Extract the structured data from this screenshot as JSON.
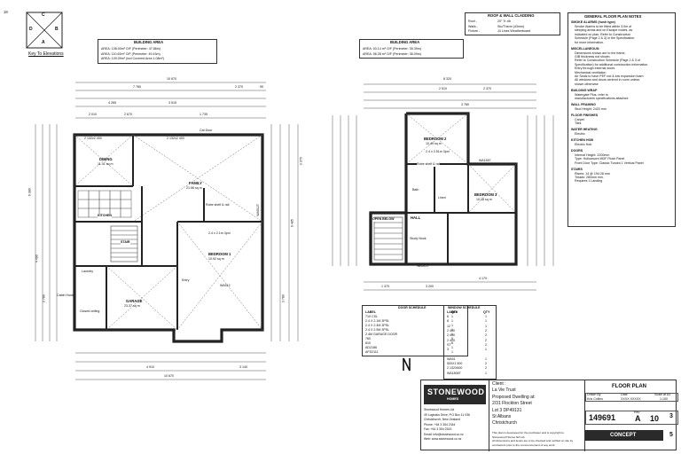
{
  "page_number": "18",
  "key": {
    "letters": {
      "a": "A",
      "b": "B",
      "c": "C",
      "d": "D"
    },
    "caption": "Key To Elevations"
  },
  "ground": {
    "area_title": "BUILDING AREA",
    "area_lines": [
      "AREA: 108.00m² O/F   (Perimeter: 47.86m)",
      "AREA: 110.62m² O/F   (Perimeter: 49.43m)",
      "AREA: 109.09m²        (incl Covered Area 1.08m²)"
    ],
    "dims_top": [
      "10 670",
      "7 780",
      "2 370",
      "90",
      "4 265",
      "3 515",
      "2 010",
      "2 670",
      "1 735"
    ],
    "dims_bottom": [
      "4 910",
      "3 140",
      "10 670"
    ],
    "dims_left": [
      "6 380",
      "4 490",
      "3 780"
    ],
    "dims_right": [
      "3 370",
      "9 485",
      "3 780"
    ],
    "rooms": [
      {
        "name": "DINING",
        "area": "11.41 sq m"
      },
      {
        "name": "FAMILY",
        "area": "21.56 sq m"
      },
      {
        "name": "KITCHEN",
        "area": ""
      },
      {
        "name": "STAIR",
        "area": ""
      },
      {
        "name": "BEDROOM 1",
        "area": "10.92 sq m"
      },
      {
        "name": "GARAGE",
        "area": "23.37 sq m"
      },
      {
        "name": "Laundry",
        "area": ""
      },
      {
        "name": "Entry",
        "area": ""
      },
      {
        "name": "Cat Door",
        "area": ""
      }
    ],
    "notes": [
      "2 132x2 400",
      "2 132x2 400",
      "2.4 x 2.1m 3pnl",
      "Robe shelf & rail",
      "Closed ceiling",
      "Cabin Hook",
      "WA512",
      "WA512T"
    ]
  },
  "upper": {
    "area_title": "BUILDING AREA",
    "area_lines": [
      "AREA: 53.14 m² O/F   (Perimeter: 35.39m)",
      "AREA: 56.28 m² O/F   (Perimeter: 36.09m)"
    ],
    "dims_top": [
      "8 320",
      "2 510",
      "2 370",
      "3 780"
    ],
    "dims_bottom": [
      "4 170",
      "3 200",
      "1 370"
    ],
    "rooms": [
      {
        "name": "BEDROOM 2",
        "area": "10.49 sq m"
      },
      {
        "name": "BEDROOM 3",
        "area": "10.18 sq m"
      },
      {
        "name": "Bath",
        "area": ""
      },
      {
        "name": "Linen",
        "area": ""
      },
      {
        "name": "OPEN BELOW",
        "area": ""
      },
      {
        "name": "Study Nook",
        "area": ""
      },
      {
        "name": "HALL",
        "area": ""
      }
    ],
    "notes": [
      "2.4 x 2.51m 3pnl",
      "Robe shelf & rail",
      "WA512T",
      "WA1557"
    ]
  },
  "cladding": {
    "title": "ROOF & WALL CLADDING",
    "rows": [
      [
        "Roof -",
        "20° Tr-rib"
      ],
      [
        "Walls -",
        "Stu/Therm (43mm)"
      ],
      [
        "Fixture -",
        "J4 Lines Weatherboard"
      ]
    ]
  },
  "general_notes": {
    "title": "GENERAL FLOOR PLAN NOTES",
    "sections": [
      {
        "head": "SMOKE ALARMS (hush type)",
        "lines": [
          "Smoke Alarms to be fitted within 3.0m of",
          "sleeping areas and on Escape routes, as",
          "indicated on plan. Refer to Construction",
          "Schedule (Page 2 & 3) in the Specification",
          "for more information."
        ]
      },
      {
        "head": "MISCELLANEOUS:",
        "lines": [
          "Dimensions shown are to the frame,",
          "GIB thickness not shown.",
          "Refer to Construction Schedule (Page 2 & 3 of",
          "Specification) for additional construction information.",
          "Entry through external doors",
          "Mechanical ventilation",
          "Air Seals to have PEF rod & low expansion foam",
          "All windows and doors centred in room unless",
          "shown otherwise"
        ]
      },
      {
        "head": "BUILDING WRAP",
        "lines": [
          "Watergate Plus, refer to",
          "manufacturers specifications attached"
        ]
      },
      {
        "head": "WALL FRAMING",
        "lines": [
          "Stud Height:      2420 mm"
        ]
      },
      {
        "head": "FLOOR FINISHES",
        "lines": [
          "Carpet",
          "Tiles"
        ]
      },
      {
        "head": "WATER HEATING",
        "lines": [
          "Electric"
        ]
      },
      {
        "head": "KITCHEN HOB",
        "lines": [
          "Electric Hob"
        ]
      },
      {
        "head": "DOORS",
        "lines": [
          "Internal Height:    2200mm",
          "Type:          Hollowcore MDF Flush Panel",
          "Front Door Type:   Classic Tundra 1 Vertical Panel"
        ]
      },
      {
        "head": "STAIRS",
        "lines": [
          "Risers: 14 @ 194.28 mm",
          "Treads: 280mm min.",
          "Requires 1 Landing"
        ]
      }
    ]
  },
  "door_schedule": {
    "title": "DOOR SCHEDULE",
    "headers": [
      "LABEL",
      "QTY"
    ],
    "rows": [
      [
        "710 CSL",
        "1"
      ],
      [
        "2.4 X 2.1M 3PSL",
        "1"
      ],
      [
        "2.4 X 2.4M 3PSL",
        "1"
      ],
      [
        "2.4 X 2.5M 3PSL",
        "1"
      ],
      [
        "2.4M GARAGE DOOR",
        "1"
      ],
      [
        "760",
        "5"
      ],
      [
        "810",
        "6"
      ],
      [
        "AD2186",
        "1"
      ],
      [
        "AFD2111",
        "1"
      ]
    ]
  },
  "window_schedule": {
    "title": "WINDOW SCHEDULE",
    "headers": [
      "LABEL",
      "QTY"
    ],
    "rows": [
      [
        "6",
        "1"
      ],
      [
        "8",
        "1"
      ],
      [
        "12",
        "1"
      ],
      [
        "2 400",
        "2"
      ],
      [
        "2 400",
        "2"
      ],
      [
        "2 400",
        "2"
      ],
      [
        "ST",
        "2"
      ],
      [
        "3",
        "1"
      ],
      [
        "",
        ""
      ],
      [
        "WA51",
        "1"
      ],
      [
        "500X1 500",
        "2"
      ],
      [
        "2 132X600",
        "2"
      ],
      [
        "WA1806T",
        "1"
      ]
    ]
  },
  "company": {
    "name": "STONEWOOD",
    "sub": "HOMES",
    "address_lines": [
      "Stonewood Homes Ltd",
      "49 Logistics Drive, P.O Box 11 036",
      "Christchurch, New Zealand",
      "Phone:  +64 3 354 2344",
      "Fax:    +64 3 354 2343",
      "Email:  info@stonewood.co.nz",
      "Web:    www.stonewood.co.nz"
    ]
  },
  "client": {
    "lines": [
      "Client :",
      "La Vie Trust",
      "Proposed Dwelling at:",
      "2/31 Flockton Street",
      "Lot 3 DP49131",
      "St Albans",
      "Christchurch"
    ],
    "disclaimer": [
      "This plan is developed for the purchaser and is copyright to",
      "Stonewood Homes NZ Ltd.",
      "All dimensions and levels are to be checked and verified on site by",
      "contractors prior to the commencement of any work"
    ]
  },
  "title_block": {
    "title": "FLOOR PLAN",
    "drawn_label": "Drawn By",
    "drawn_value": "Kris Collins",
    "date_label": "Date",
    "date_value": "XXXX XXXXX",
    "scale_label": "Scale at A3",
    "scale_value": "1:100",
    "job_value": "149691",
    "rev_label": "Rev",
    "rev_value": "A",
    "sheet_value": "10",
    "of_value": "3",
    "total_value": "5",
    "stage": "CONCEPT"
  }
}
